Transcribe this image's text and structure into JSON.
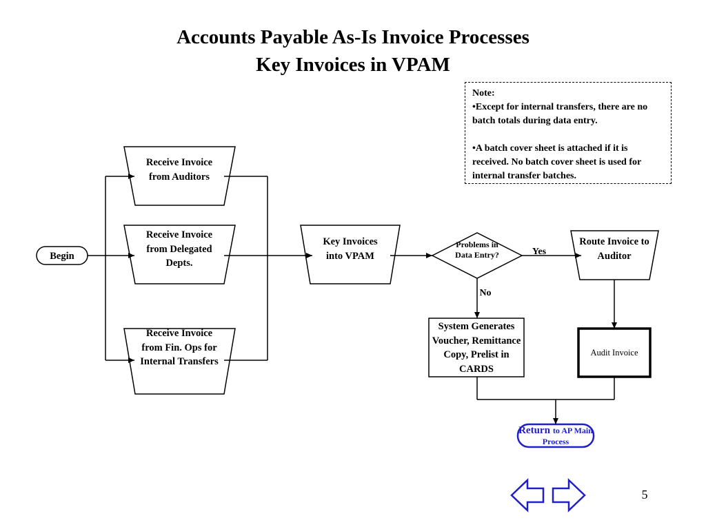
{
  "title": {
    "line1": "Accounts Payable As-Is Invoice Processes",
    "line2": "Key Invoices in VPAM"
  },
  "note": {
    "heading": "Note:",
    "bullet1": "•Except for internal transfers, there are no batch totals during data entry.",
    "bullet2": "•A batch cover sheet is attached if it is received.  No batch cover sheet is used for internal transfer batches."
  },
  "flow": {
    "begin": "Begin",
    "receive_auditors": "Receive Invoice from Auditors",
    "receive_delegated": "Receive Invoice from Delegated Depts.",
    "receive_finops": "Receive Invoice from Fin. Ops for Internal Transfers",
    "key_invoices": "Key Invoices into VPAM",
    "decision": "Problems in Data Entry?",
    "yes": "Yes",
    "no": "No",
    "route": "Route Invoice to Auditor",
    "system_generates": "System Generates Voucher, Remittance Copy, Prelist in CARDS",
    "audit": "Audit Invoice",
    "return_main": "Return",
    "return_sub": "to AP Main Process"
  },
  "nav": {
    "back_icon": "left-arrow-icon",
    "forward_icon": "right-arrow-icon",
    "color": "#1f1fc8"
  },
  "page_number": "5"
}
